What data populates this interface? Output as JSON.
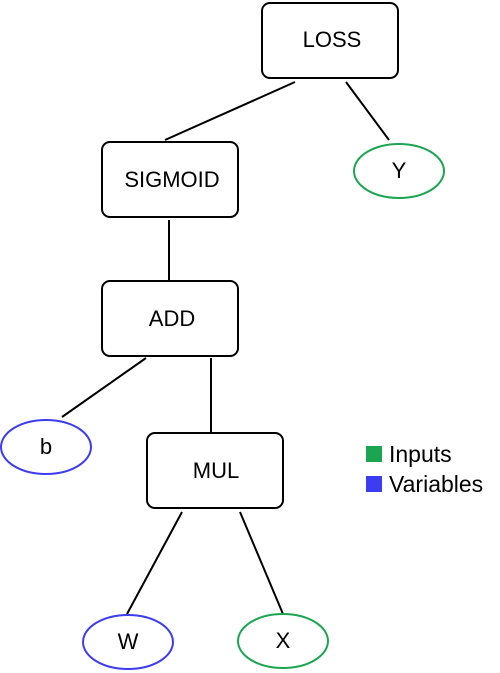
{
  "colors": {
    "input": "#1aa651",
    "variable": "#3c3cf0",
    "operation_border": "#000000"
  },
  "nodes": {
    "loss": {
      "label": "LOSS",
      "kind": "operation"
    },
    "sigmoid": {
      "label": "SIGMOID",
      "kind": "operation"
    },
    "add": {
      "label": "ADD",
      "kind": "operation"
    },
    "mul": {
      "label": "MUL",
      "kind": "operation"
    },
    "y": {
      "label": "Y",
      "kind": "input"
    },
    "b": {
      "label": "b",
      "kind": "variable"
    },
    "w": {
      "label": "W",
      "kind": "variable"
    },
    "x": {
      "label": "X",
      "kind": "input"
    }
  },
  "edges": [
    {
      "from": "sigmoid",
      "to": "loss"
    },
    {
      "from": "y",
      "to": "loss"
    },
    {
      "from": "add",
      "to": "sigmoid"
    },
    {
      "from": "b",
      "to": "add"
    },
    {
      "from": "mul",
      "to": "add"
    },
    {
      "from": "w",
      "to": "mul"
    },
    {
      "from": "x",
      "to": "mul"
    }
  ],
  "legend": {
    "inputs_label": "Inputs",
    "variables_label": "Variables"
  }
}
